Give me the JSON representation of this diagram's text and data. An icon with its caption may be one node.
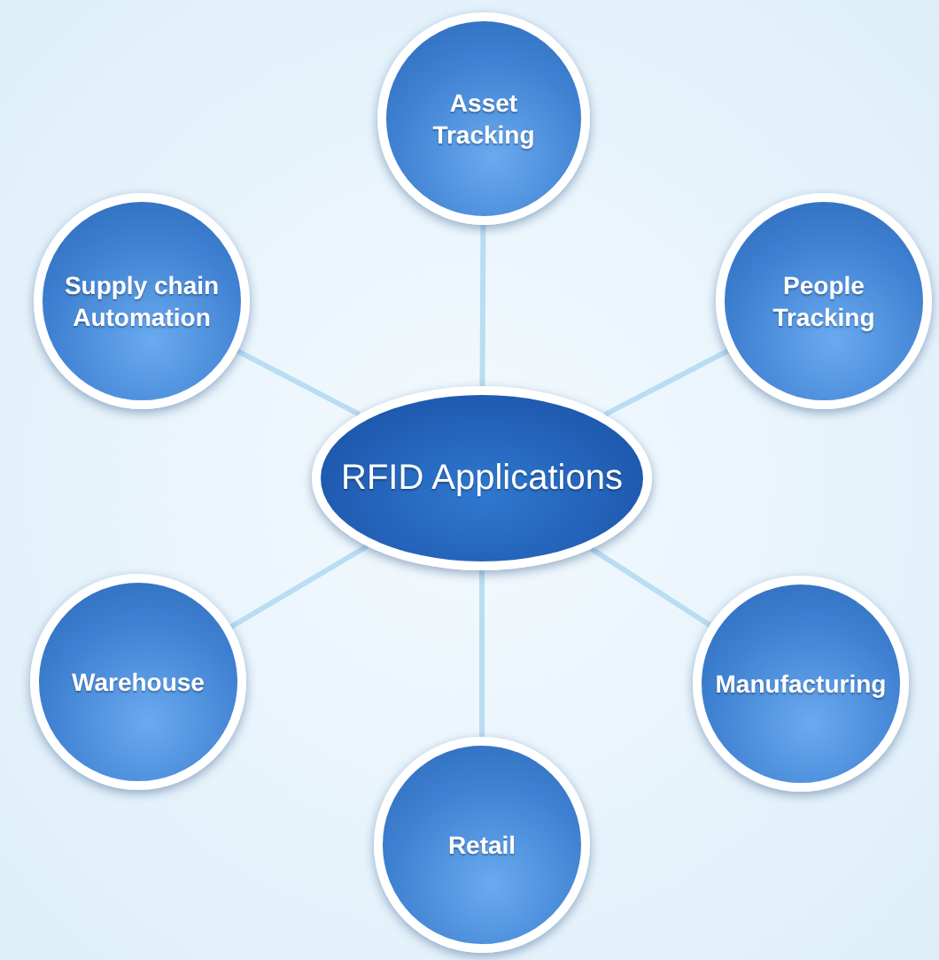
{
  "diagram": {
    "nodes": [
      {
        "text": [
          "Asset Tracking"
        ]
      },
      {
        "text": [
          "Supply chain Automation"
        ]
      },
      {
        "text": [
          "People Tracking"
        ]
      },
      {
        "text": [
          "RFID Applications"
        ]
      },
      {
        "text": [
          "Warehouse"
        ]
      },
      {
        "text": [
          "Manufacturing"
        ]
      },
      {
        "text": [
          "Retail"
        ]
      }
    ],
    "edges": [
      {
        "from": 3,
        "to": 0,
        "arrow": "none"
      },
      {
        "from": 3,
        "to": 1,
        "arrow": "none"
      },
      {
        "from": 3,
        "to": 2,
        "arrow": "none"
      },
      {
        "from": 3,
        "to": 4,
        "arrow": "none"
      },
      {
        "from": 3,
        "to": 5,
        "arrow": "none"
      },
      {
        "from": 3,
        "to": 6,
        "arrow": "none"
      }
    ]
  }
}
